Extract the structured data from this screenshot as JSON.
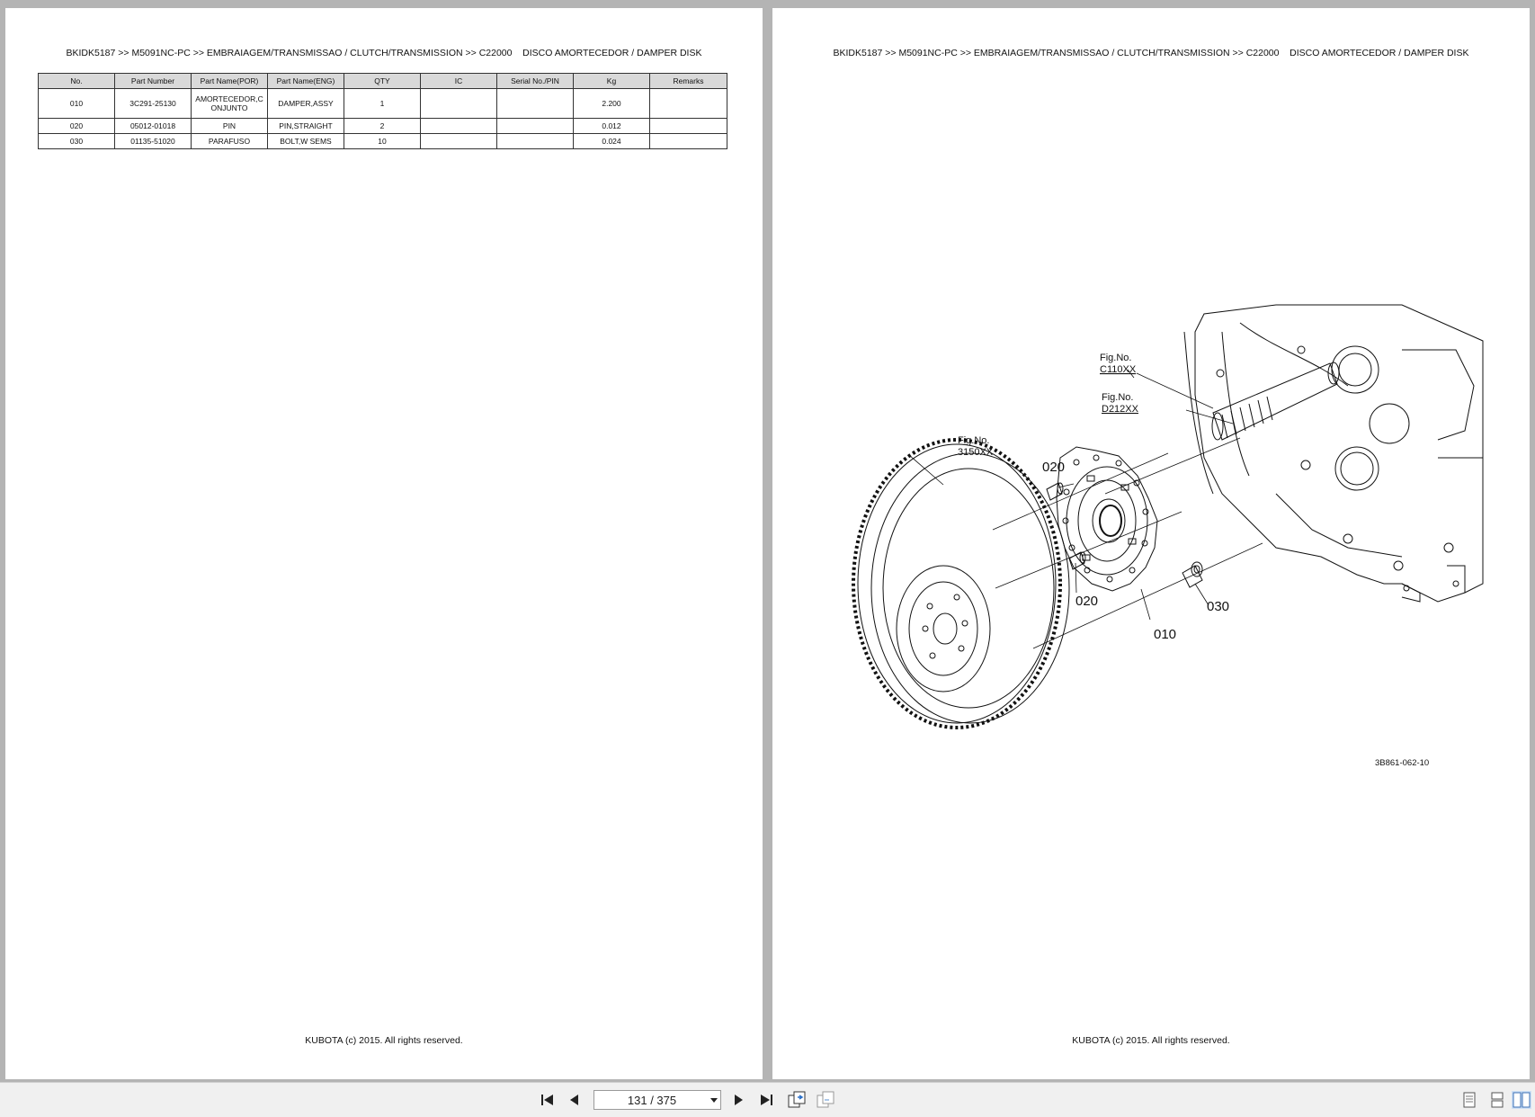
{
  "header_text": "BKIDK5187 >> M5091NC-PC >> EMBRAIAGEM/TRANSMISSAO / CLUTCH/TRANSMISSION >> C22000    DISCO AMORTECEDOR / DAMPER DISK",
  "footer_text": "KUBOTA (c) 2015. All rights reserved.",
  "parts_table": {
    "headers": [
      "No.",
      "Part Number",
      "Part Name(POR)",
      "Part Name(ENG)",
      "QTY",
      "IC",
      "Serial No./PIN",
      "Kg",
      "Remarks"
    ],
    "rows": [
      [
        "010",
        "3C291-25130",
        "AMORTECEDOR,CONJUNTO",
        "DAMPER,ASSY",
        "1",
        "",
        "",
        "2.200",
        ""
      ],
      [
        "020",
        "05012-01018",
        "PIN",
        "PIN,STRAIGHT",
        "2",
        "",
        "",
        "0.012",
        ""
      ],
      [
        "030",
        "01135-51020",
        "PARAFUSO",
        "BOLT,W SEMS",
        "10",
        "",
        "",
        "0.024",
        ""
      ]
    ]
  },
  "diagram": {
    "fig_label": "Fig.No.",
    "fig_refs": [
      "C110XX",
      "D212XX",
      "3150XX"
    ],
    "callouts": [
      "020",
      "020",
      "030",
      "010"
    ],
    "drawing_code": "3B861-062-10"
  },
  "toolbar": {
    "page_indicator": "131 / 375",
    "icons": [
      "first-page-icon",
      "prev-page-icon",
      "next-page-icon",
      "last-page-icon",
      "copy-icon",
      "paste-icon",
      "single-page-view-icon",
      "continuous-view-icon",
      "two-page-view-icon"
    ]
  }
}
